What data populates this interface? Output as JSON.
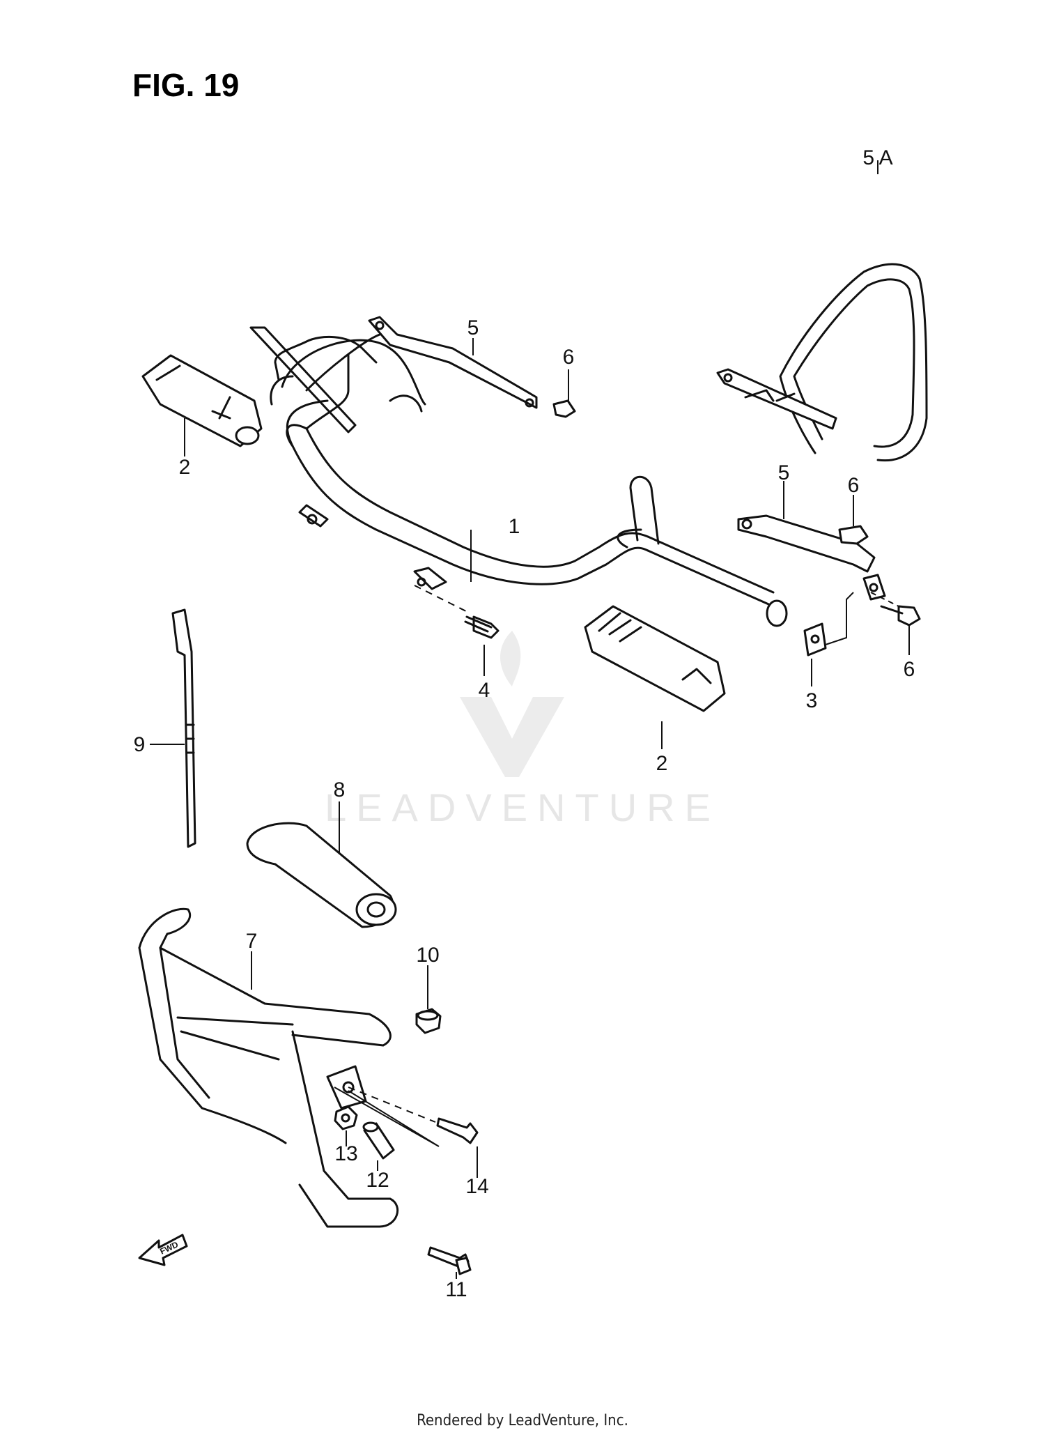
{
  "figure": {
    "title": "FIG. 19"
  },
  "callouts": {
    "c1": "1",
    "c2a": "2",
    "c2b": "2",
    "c3": "3",
    "c4": "4",
    "c5a": "5",
    "c5b": "5",
    "c5A": "5 A",
    "c6a": "6",
    "c6b": "6",
    "c6c": "6",
    "c7": "7",
    "c8": "8",
    "c9": "9",
    "c10": "10",
    "c11": "11",
    "c12": "12",
    "c13": "13",
    "c14": "14"
  },
  "direction_marker": {
    "label": "FWD"
  },
  "watermark": {
    "brand": "LEADVENTURE"
  },
  "footer": {
    "credit": "Rendered by LeadVenture, Inc."
  }
}
